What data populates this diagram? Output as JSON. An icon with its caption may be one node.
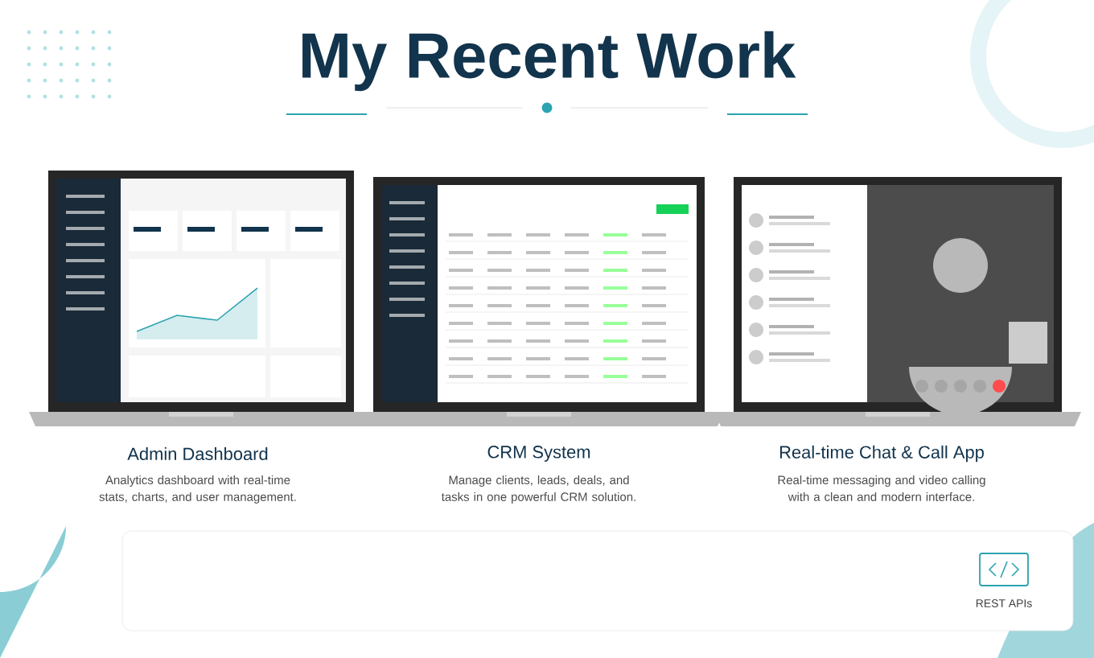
{
  "diagram": {
    "title": "My Recent Work",
    "labels": [
      "Admin Dashboard",
      "Analytics dashboard with real-time stats, charts, and user management.",
      "CRM System",
      "Manage clients, leads, deals, and tasks in one powerful CRM solution.",
      "Real-time Chat & Call App",
      "Real-time messaging and video calling with a clean and modern interface.",
      "REST APIs"
    ]
  }
}
